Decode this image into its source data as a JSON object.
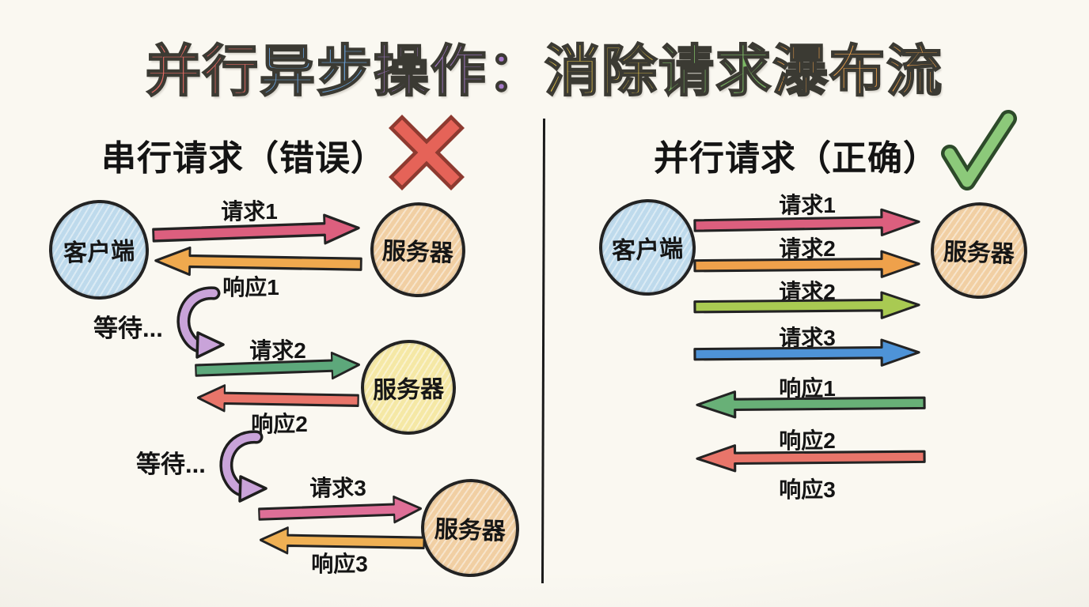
{
  "title": {
    "segments": [
      {
        "text": "并行",
        "color": "#e56a64"
      },
      {
        "text": "异步",
        "color": "#6aa3dc"
      },
      {
        "text": "操作：",
        "color": "#a579c8"
      },
      {
        "text": "消除",
        "color": "#f2cf4e"
      },
      {
        "text": "请求",
        "color": "#7cb865"
      },
      {
        "text": "瀑布流",
        "color": "#eda24e"
      }
    ]
  },
  "left": {
    "heading": "串行请求（错误）",
    "client_label": "客户端",
    "steps": [
      {
        "request_label": "请求1",
        "response_label": "响应1",
        "server_label": "服务器"
      },
      {
        "wait_label": "等待...",
        "request_label": "请求2",
        "response_label": "响应2",
        "server_label": "服务器"
      },
      {
        "wait_label": "等待...",
        "request_label": "请求3",
        "response_label": "响应3",
        "server_label": "服务器"
      }
    ]
  },
  "right": {
    "heading": "并行请求（正确）",
    "client_label": "客户端",
    "server_label": "服务器",
    "request_labels": [
      "请求1",
      "请求2",
      "请求2",
      "请求3"
    ],
    "response_labels": [
      "响应1",
      "响应2",
      "响应3"
    ]
  },
  "colors": {
    "paper": "#faf8f1",
    "ink": "#1c1c1c",
    "client_fill": "#bedaec",
    "server_fill_orange": "#f1cfa3",
    "server_fill_yellow": "#f5e8a5",
    "left_request1": "#dc5f7e",
    "left_response1": "#efa94e",
    "left_request2": "#5da87b",
    "left_response2": "#e8756a",
    "left_request3": "#de6f97",
    "left_response3": "#efb054",
    "right_request1": "#dc5f7e",
    "right_request2": "#efa14b",
    "right_request3": "#a9ca52",
    "right_request4": "#4e93d7",
    "right_response1": "#68b077",
    "right_response2": "#e8756a",
    "wait_arrow": "#c9a3d9",
    "x_mark": "#e56358",
    "x_mark_outline": "#8e3a30",
    "check_mark": "#8cc97a",
    "check_mark_outline": "#2d4a2a"
  }
}
